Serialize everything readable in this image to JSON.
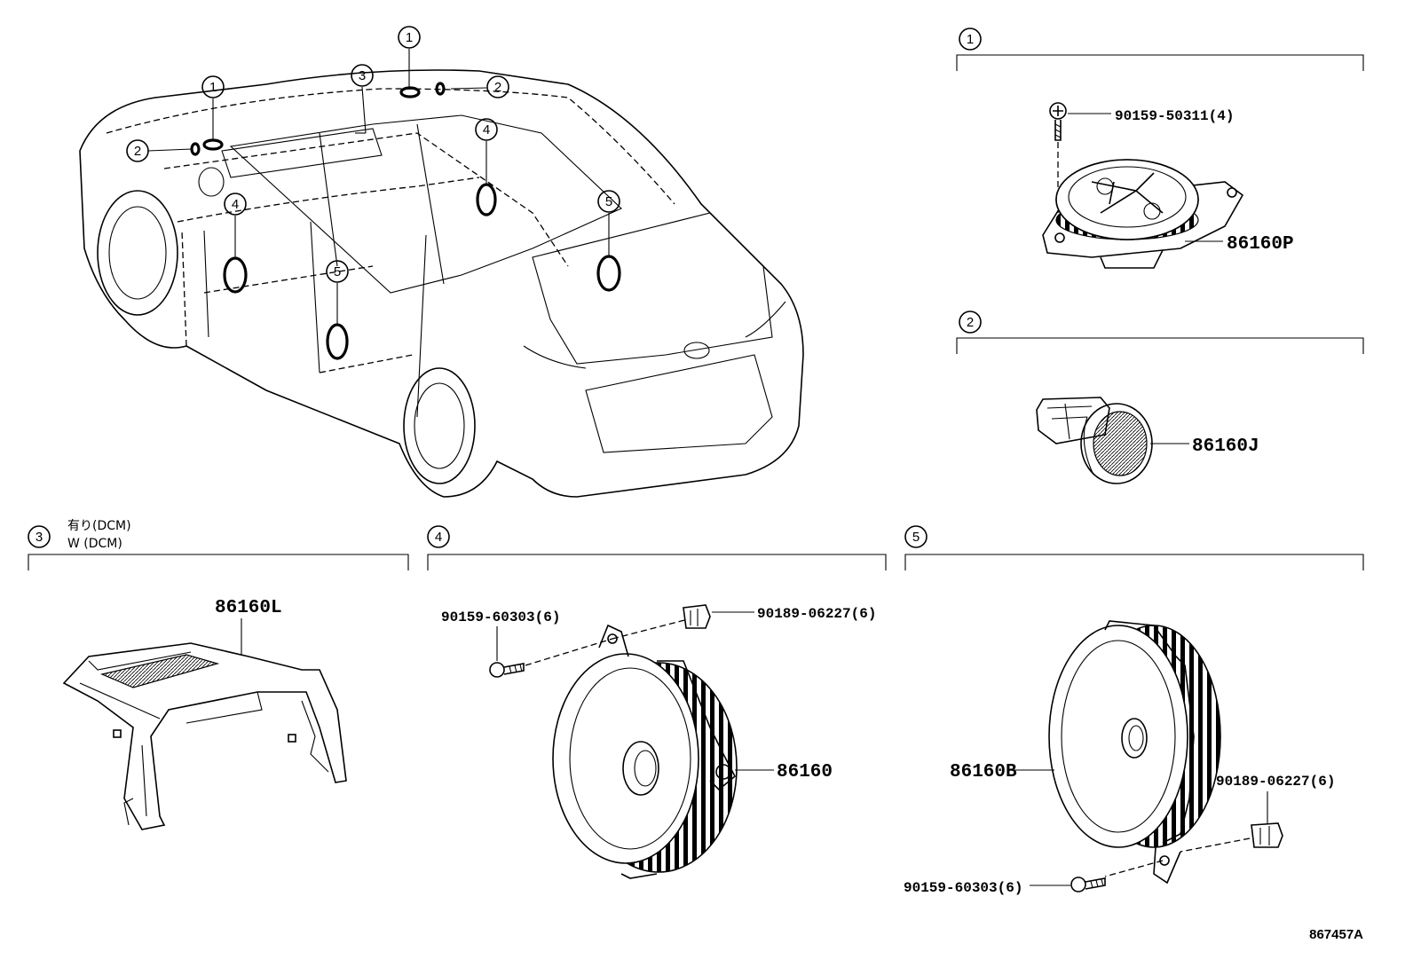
{
  "diagram_ref": "867457A",
  "callout_labels": {
    "c1": "1",
    "c2": "2",
    "c3": "3",
    "c4": "4",
    "c5": "5"
  },
  "sections": {
    "s1": {
      "number": "1",
      "parts": [
        {
          "label": "90159-50311(4)"
        },
        {
          "label": "86160P"
        }
      ]
    },
    "s2": {
      "number": "2",
      "parts": [
        {
          "label": "86160J"
        }
      ]
    },
    "s3": {
      "number": "3",
      "notes": [
        "有り(DCM)",
        "W (DCM)"
      ],
      "parts": [
        {
          "label": "86160L"
        }
      ]
    },
    "s4": {
      "number": "4",
      "parts": [
        {
          "label": "90159-60303(6)"
        },
        {
          "label": "90189-06227(6)"
        },
        {
          "label": "86160"
        }
      ]
    },
    "s5": {
      "number": "5",
      "parts": [
        {
          "label": "86160B"
        },
        {
          "label": "90189-06227(6)"
        },
        {
          "label": "90159-60303(6)"
        }
      ]
    }
  }
}
